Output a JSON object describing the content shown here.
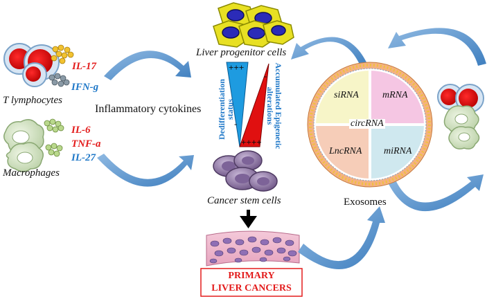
{
  "labels": {
    "il17": "IL-17",
    "ifng": "IFN-g",
    "t_lymphocytes": "T lymphocytes",
    "inflammatory_cytokines": "Inflammatory cytokines",
    "il6": "IL-6",
    "tnfa": "TNF-a",
    "il27": "IL-27",
    "macrophages": "Macrophages",
    "liver_progenitor_cells": "Liver progenitor cells",
    "dedifferentiation_status": "Dedifferentiation status",
    "accumulated_epigenetic": "Accumulated Epigenetic alterations",
    "plus_top": "+++",
    "minus_left": "-",
    "minus_right": "-",
    "plus_bottom": "++++",
    "cancer_stem_cells": "Cancer stem cells",
    "primary_line1": "PRIMARY",
    "primary_line2": "LIVER CANCERS",
    "exosomes": "Exosomes",
    "sirna": "siRNA",
    "mrna": "mRNA",
    "circrna": "circRNA",
    "lncrna": "LncRNA",
    "mirna": "miRNA"
  },
  "colors": {
    "arrow_blue": "#5b95cc",
    "red_label": "#e31b1b",
    "blue_label": "#1f78c8",
    "quadrant_sirna": "#f7f5c8",
    "quadrant_mrna": "#f5c6e3",
    "quadrant_lncrna": "#f6cdb8",
    "quadrant_mirna": "#cfe8ef",
    "triangle_blue": "#1e9be0",
    "triangle_red": "#e01010"
  }
}
